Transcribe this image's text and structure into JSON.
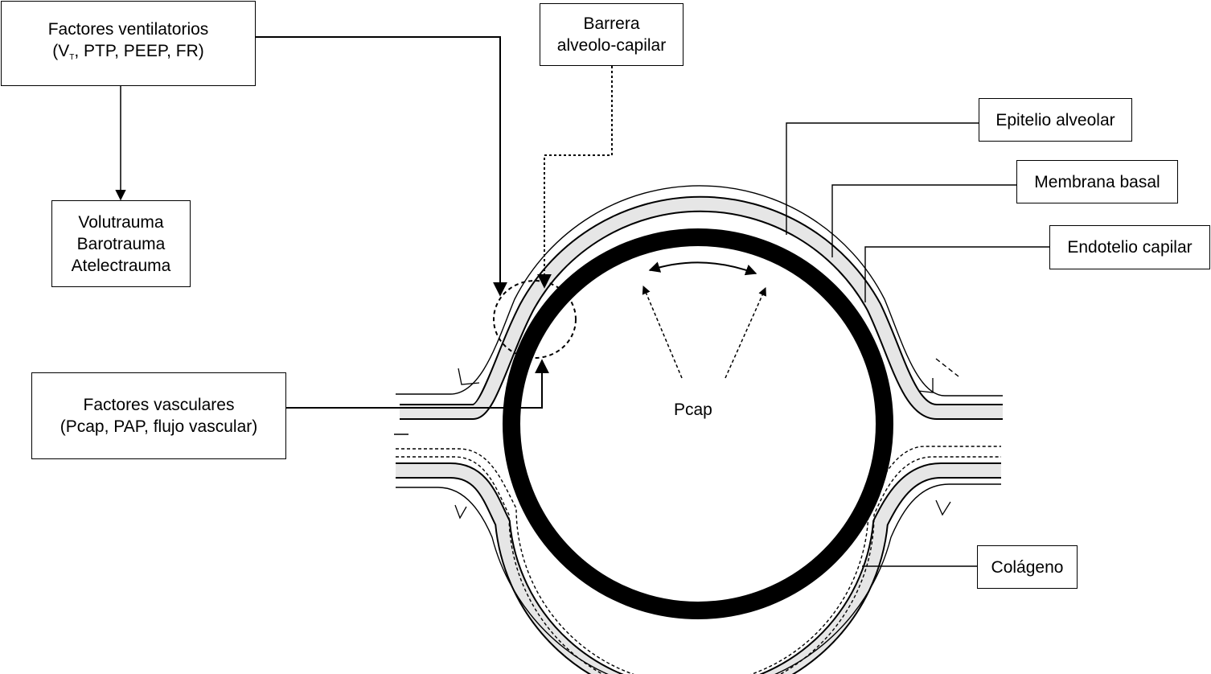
{
  "boxes": {
    "ventilatory": {
      "title": "Factores ventilatorios",
      "detail_prefix": "(V",
      "detail_sub": "T",
      "detail_suffix": ", PTP, PEEP, FR)"
    },
    "barrier": {
      "line1": "Barrera",
      "line2": "alveolo-capilar"
    },
    "trauma": {
      "line1": "Volutrauma",
      "line2": "Barotrauma",
      "line3": "Atelectrauma"
    },
    "epithelium": {
      "label": "Epitelio alveolar"
    },
    "basement": {
      "label": "Membrana basal"
    },
    "endothelium": {
      "label": "Endotelio capilar"
    },
    "vascular": {
      "title": "Factores vasculares",
      "detail": "(Pcap, PAP, flujo vascular)"
    },
    "collagen": {
      "label": "Colágeno"
    }
  },
  "center_label": "Pcap",
  "colors": {
    "line": "#000000",
    "layer_fill": "#e6e6e6",
    "background": "#ffffff"
  }
}
